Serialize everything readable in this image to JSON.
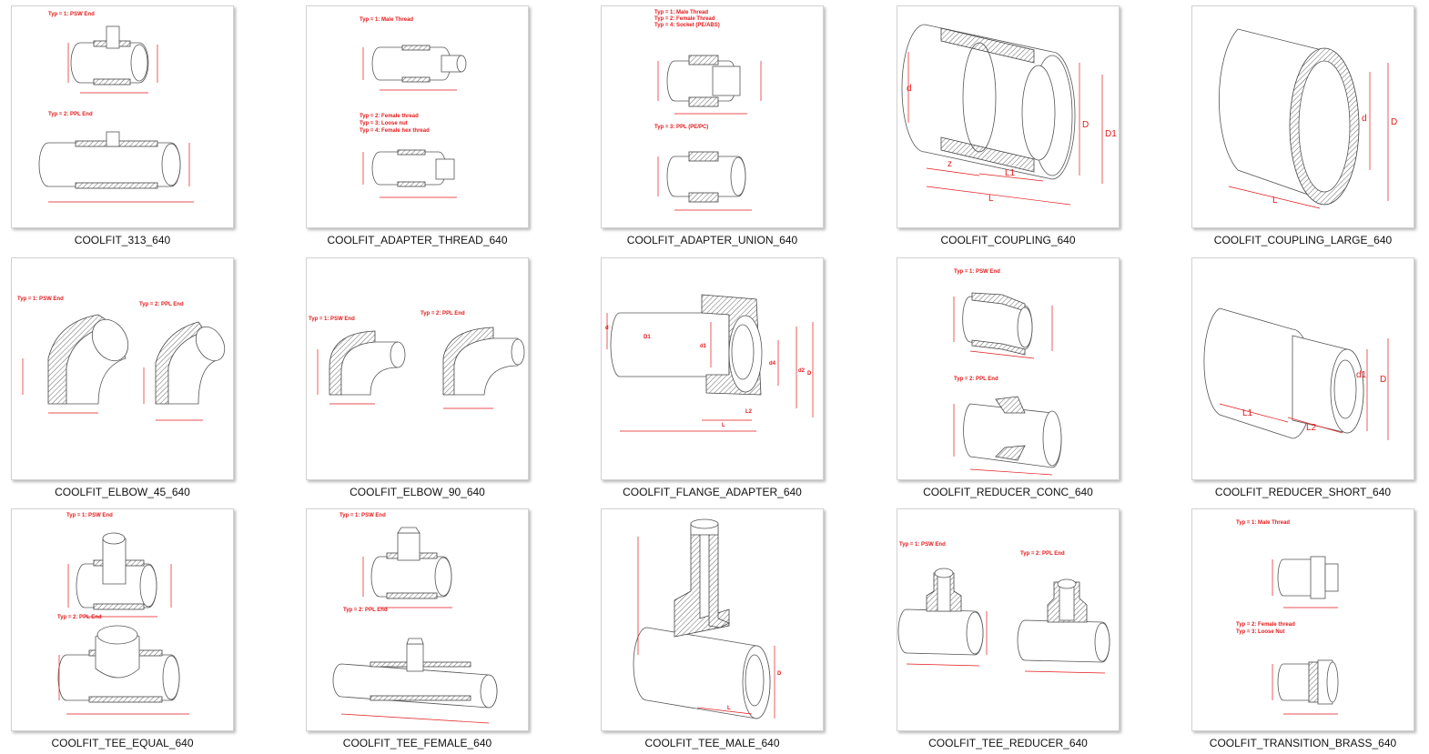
{
  "gallery": {
    "items": [
      {
        "caption": "COOLFIT_313_640",
        "labels": [
          "Typ = 1: PSW End",
          "Typ = 2: PPL End"
        ]
      },
      {
        "caption": "COOLFIT_ADAPTER_THREAD_640",
        "labels": [
          "Typ = 1: Male Thread",
          "Typ = 2: Female thread",
          "Typ = 3: Loose nut",
          "Typ = 4: Female hex thread"
        ]
      },
      {
        "caption": "COOLFIT_ADAPTER_UNION_640",
        "labels": [
          "Typ = 1: Male Thread",
          "Typ = 2: Female Thread",
          "Typ = 4: Socket (PE/ABS)",
          "Typ = 3: PPL (PE/PC)"
        ]
      },
      {
        "caption": "COOLFIT_COUPLING_640",
        "labels": [
          "d",
          "D",
          "D1",
          "z",
          "L1",
          "L"
        ]
      },
      {
        "caption": "COOLFIT_COUPLING_LARGE_640",
        "labels": [
          "d",
          "D",
          "L"
        ]
      },
      {
        "caption": "COOLFIT_ELBOW_45_640",
        "labels": [
          "Typ = 1: PSW End",
          "Typ = 2: PPL End"
        ]
      },
      {
        "caption": "COOLFIT_ELBOW_90_640",
        "labels": [
          "Typ = 1: PSW End",
          "Typ = 2: PPL End"
        ]
      },
      {
        "caption": "COOLFIT_FLANGE_ADAPTER_640",
        "labels": [
          "d",
          "D1",
          "d1",
          "d4",
          "d2",
          "D",
          "L",
          "L2"
        ]
      },
      {
        "caption": "COOLFIT_REDUCER_CONC_640",
        "labels": [
          "Typ = 1: PSW End",
          "Typ = 2: PPL End"
        ]
      },
      {
        "caption": "COOLFIT_REDUCER_SHORT_640",
        "labels": [
          "d1",
          "D",
          "L1",
          "L2"
        ]
      },
      {
        "caption": "COOLFIT_TEE_EQUAL_640",
        "labels": [
          "Typ = 1: PSW End",
          "Typ = 2: PPL End"
        ]
      },
      {
        "caption": "COOLFIT_TEE_FEMALE_640",
        "labels": [
          "Typ = 1: PSW End",
          "Typ = 2: PPL End"
        ]
      },
      {
        "caption": "COOLFIT_TEE_MALE_640",
        "labels": [
          "D",
          "L"
        ]
      },
      {
        "caption": "COOLFIT_TEE_REDUCER_640",
        "labels": [
          "Typ = 1: PSW End",
          "Typ = 2: PPL End"
        ]
      },
      {
        "caption": "COOLFIT_TRANSITION_BRASS_640",
        "labels": [
          "Typ = 1: Male Thread",
          "Typ = 2: Female thread",
          "Typ = 3: Loose Nut"
        ]
      }
    ]
  }
}
